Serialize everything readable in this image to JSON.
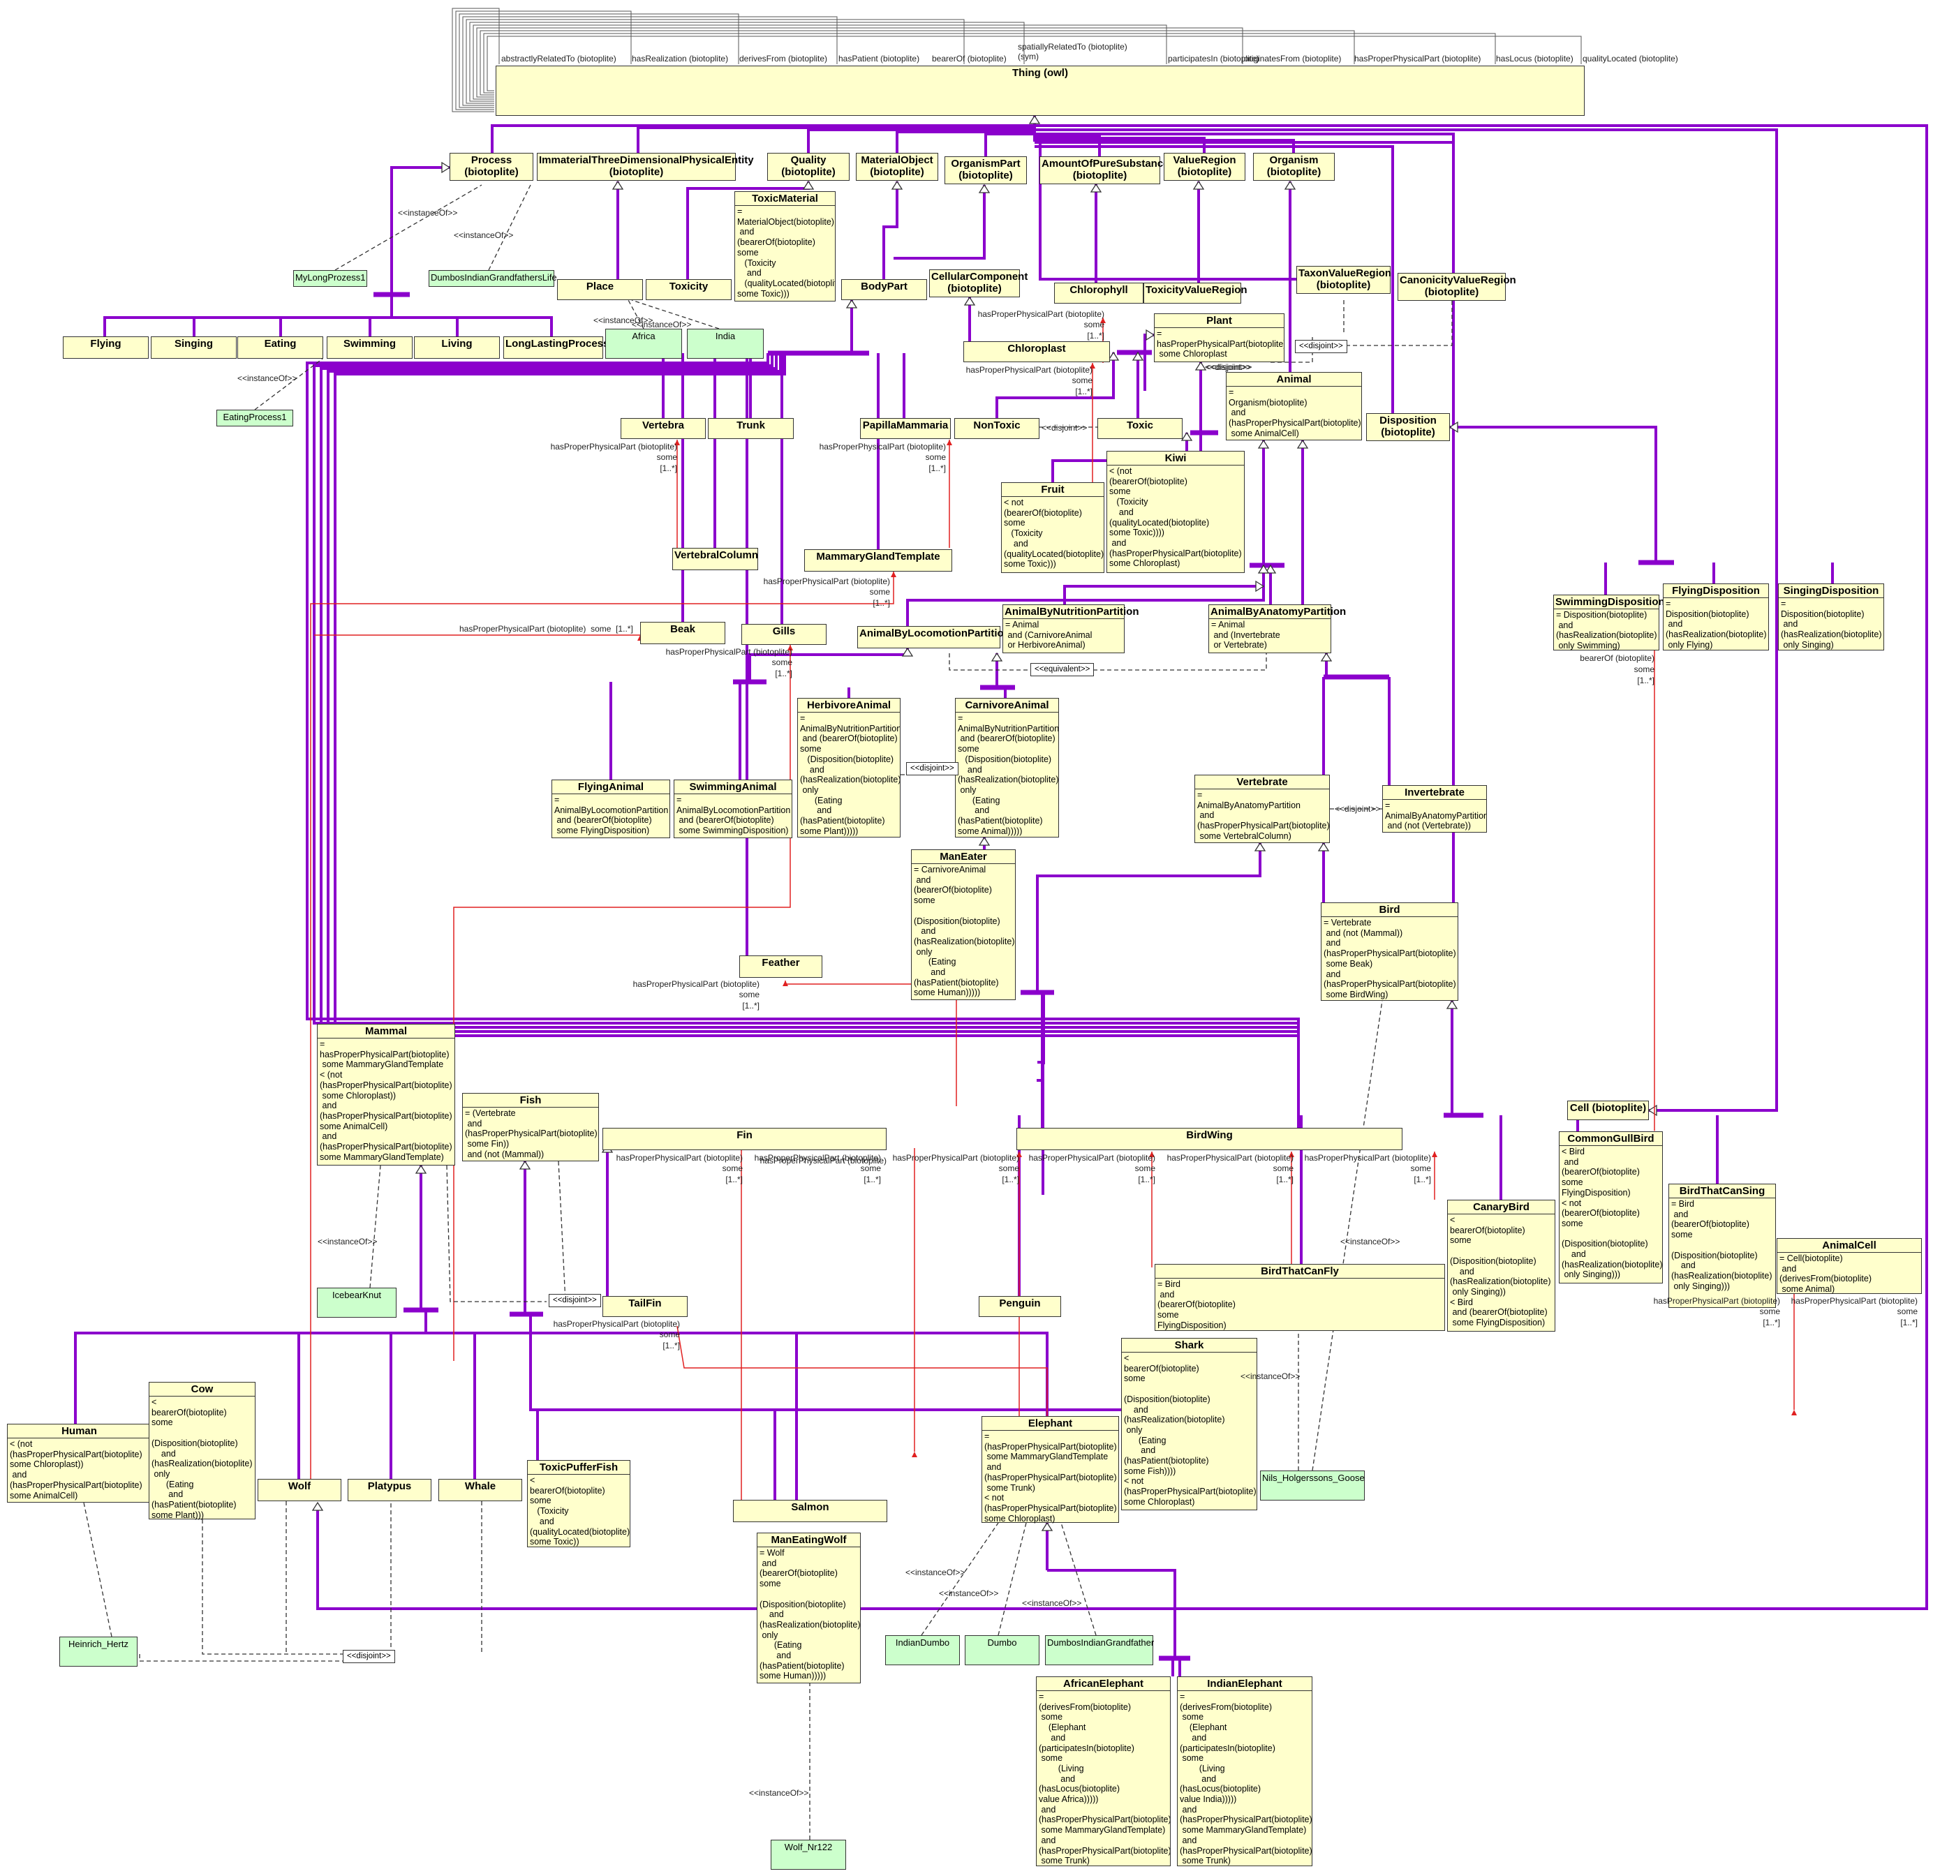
{
  "thing": {
    "title": "Thing (owl)",
    "loops": [
      "abstractlyRelatedTo (biotoplite)",
      "hasRealization (biotoplite)",
      "derivesFrom (biotoplite)",
      "hasPatient (biotoplite)",
      "bearerOf (biotoplite)",
      "spatiallyRelatedTo (biotoplite)\n(sym)",
      "participatesIn (biotoplite)",
      "originatesFrom (biotoplite)",
      "hasProperPhysicalPart (biotoplite)",
      "hasLocus (biotoplite)",
      "qualityLocated (biotoplite)"
    ]
  },
  "classes": {
    "process": {
      "title": "Process\n(biotoplite)"
    },
    "immaterial": {
      "title": "ImmaterialThreeDimensionalPhysicalEntity\n(biotoplite)"
    },
    "quality": {
      "title": "Quality\n(biotoplite)"
    },
    "materialobject": {
      "title": "MaterialObject\n(biotoplite)"
    },
    "organismpart": {
      "title": "OrganismPart\n(biotoplite)"
    },
    "amountofpure": {
      "title": "AmountOfPureSubstance\n(biotoplite)"
    },
    "valueregion": {
      "title": "ValueRegion\n(biotoplite)"
    },
    "organism": {
      "title": "Organism\n(biotoplite)"
    },
    "toxicmaterial": {
      "title": "ToxicMaterial",
      "body": "=\nMaterialObject(biotoplite)\n and\n(bearerOf(biotoplite)\nsome\n   (Toxicity\n    and\n   (qualityLocated(biotoplite)\nsome Toxic)))"
    },
    "place": {
      "title": "Place"
    },
    "toxicity": {
      "title": "Toxicity"
    },
    "bodypart": {
      "title": "BodyPart"
    },
    "cellularcomponent": {
      "title": "CellularComponent\n(biotoplite)"
    },
    "chlorophyll": {
      "title": "Chlorophyll"
    },
    "toxicityvalueregion": {
      "title": "ToxicityValueRegion"
    },
    "taxonvalueregion": {
      "title": "TaxonValueRegion\n(biotoplite)"
    },
    "canonicityvalueregion": {
      "title": "CanonicityValueRegion\n(biotoplite)"
    },
    "plant": {
      "title": "Plant",
      "body": "=\nhasProperPhysicalPart(biotoplite)\n some Chloroplast"
    },
    "chloroplast": {
      "title": "Chloroplast"
    },
    "animal": {
      "title": "Animal",
      "body": "=\nOrganism(biotoplite)\n and\n(hasProperPhysicalPart(biotoplite)\n some AnimalCell)"
    },
    "flying": {
      "title": "Flying"
    },
    "singing": {
      "title": "Singing"
    },
    "eating": {
      "title": "Eating"
    },
    "swimming": {
      "title": "Swimming"
    },
    "living": {
      "title": "Living"
    },
    "longlasting": {
      "title": "LongLastingProcess"
    },
    "vertebra": {
      "title": "Vertebra"
    },
    "trunk": {
      "title": "Trunk"
    },
    "papillamammaria": {
      "title": "PapillaMammaria"
    },
    "nontoxic": {
      "title": "NonToxic"
    },
    "toxic": {
      "title": "Toxic"
    },
    "disposition": {
      "title": "Disposition\n(biotoplite)"
    },
    "fruit": {
      "title": "Fruit",
      "body": "< not\n(bearerOf(biotoplite)\nsome\n   (Toxicity\n    and\n(qualityLocated(biotoplite)\nsome Toxic)))"
    },
    "kiwi": {
      "title": "Kiwi",
      "body": "< (not\n(bearerOf(biotoplite)\nsome\n   (Toxicity\n    and\n(qualityLocated(biotoplite)\nsome Toxic))))\n and\n(hasProperPhysicalPart(biotoplite)\nsome Chloroplast)"
    },
    "vertebralcolumn": {
      "title": "VertebralColumn"
    },
    "mammarygland": {
      "title": "MammaryGlandTemplate"
    },
    "beak": {
      "title": "Beak"
    },
    "gills": {
      "title": "Gills"
    },
    "animalbylocomotion": {
      "title": "AnimalByLocomotionPartition"
    },
    "animalbynutrition": {
      "title": "AnimalByNutritionPartition",
      "body": "= Animal\n and (CarnivoreAnimal\n or HerbivoreAnimal)"
    },
    "animalbyanatomy": {
      "title": "AnimalByAnatomyPartition",
      "body": "= Animal\n and (Invertebrate\n or Vertebrate)"
    },
    "swimmingdisposition": {
      "title": "SwimmingDisposition",
      "body": "= Disposition(biotoplite)\n and\n(hasRealization(biotoplite)\n only Swimming)"
    },
    "flyingdisposition": {
      "title": "FlyingDisposition",
      "body": "=\nDisposition(biotoplite)\n and\n(hasRealization(biotoplite)\n only Flying)"
    },
    "singingdisposition": {
      "title": "SingingDisposition",
      "body": "=\nDisposition(biotoplite)\n and\n(hasRealization(biotoplite)\n only Singing)"
    },
    "herbivore": {
      "title": "HerbivoreAnimal",
      "body": "=\nAnimalByNutritionPartition\n and (bearerOf(biotoplite)\nsome\n   (Disposition(biotoplite)\n    and\n(hasRealization(biotoplite)\n only\n      (Eating\n       and\n(hasPatient(biotoplite)\nsome Plant)))))"
    },
    "carnivore": {
      "title": "CarnivoreAnimal",
      "body": "=\nAnimalByNutritionPartition\n and (bearerOf(biotoplite)\nsome\n   (Disposition(biotoplite)\n    and\n(hasRealization(biotoplite)\n only\n      (Eating\n       and\n(hasPatient(biotoplite)\nsome Animal)))))"
    },
    "flyinganimal": {
      "title": "FlyingAnimal",
      "body": "=\nAnimalByLocomotionPartition\n and (bearerOf(biotoplite)\n some FlyingDisposition)"
    },
    "swimminganimal": {
      "title": "SwimmingAnimal",
      "body": "=\nAnimalByLocomotionPartition\n and (bearerOf(biotoplite)\n some SwimmingDisposition)"
    },
    "vertebrate": {
      "title": "Vertebrate",
      "body": "=\nAnimalByAnatomyPartition\n and\n(hasProperPhysicalPart(biotoplite)\n some VertebralColumn)"
    },
    "invertebrate": {
      "title": "Invertebrate",
      "body": "=\nAnimalByAnatomyPartition\n and (not (Vertebrate))"
    },
    "maneater": {
      "title": "ManEater",
      "body": "= CarnivoreAnimal\n and\n(bearerOf(biotoplite)\nsome\n\n(Disposition(biotoplite)\n   and\n(hasRealization(biotoplite)\n only\n      (Eating\n       and\n(hasPatient(biotoplite)\nsome Human)))))"
    },
    "bird": {
      "title": "Bird",
      "body": "= Vertebrate\n and (not (Mammal))\n and\n(hasProperPhysicalPart(biotoplite)\n some Beak)\n and\n(hasProperPhysicalPart(biotoplite)\n some BirdWing)"
    },
    "feather": {
      "title": "Feather"
    },
    "mammal": {
      "title": "Mammal",
      "body": "=\nhasProperPhysicalPart(biotoplite)\n some MammaryGlandTemplate\n< (not\n(hasProperPhysicalPart(biotoplite)\n some Chloroplast))\n and\n(hasProperPhysicalPart(biotoplite)\nsome AnimalCell)\n and\n(hasProperPhysicalPart(biotoplite)\nsome MammaryGlandTemplate)"
    },
    "fish": {
      "title": "Fish",
      "body": "= (Vertebrate\n and\n(hasProperPhysicalPart(biotoplite)\n some Fin))\n and (not (Mammal))"
    },
    "fin": {
      "title": "Fin"
    },
    "birdwing": {
      "title": "BirdWing"
    },
    "cell": {
      "title": "Cell (biotoplite)"
    },
    "commongullbird": {
      "title": "CommonGullBird",
      "body": "< Bird\n and\n(bearerOf(biotoplite)\nsome\nFlyingDisposition)\n< not\n(bearerOf(biotoplite)\nsome\n\n(Disposition(biotoplite)\n    and\n(hasRealization(biotoplite)\n only Singing)))"
    },
    "birdthatcansing": {
      "title": "BirdThatCanSing",
      "body": "= Bird\n and\n(bearerOf(biotoplite)\nsome\n\n(Disposition(biotoplite)\n    and\n(hasRealization(biotoplite)\n only Singing)))"
    },
    "canarybird": {
      "title": "CanaryBird",
      "body": "<\nbearerOf(biotoplite)\nsome\n\n(Disposition(biotoplite)\n    and\n(hasRealization(biotoplite)\n only Singing))\n< Bird\n and (bearerOf(biotoplite)\n some FlyingDisposition)"
    },
    "animalcell": {
      "title": "AnimalCell",
      "body": "= Cell(biotoplite)\n and\n(derivesFrom(biotoplite)\n some Animal)"
    },
    "tailfin": {
      "title": "TailFin"
    },
    "penguin": {
      "title": "Penguin"
    },
    "birdthatcanfly": {
      "title": "BirdThatCanFly",
      "body": "= Bird\n and\n(bearerOf(biotoplite)\nsome\nFlyingDisposition)"
    },
    "shark": {
      "title": "Shark",
      "body": "<\nbearerOf(biotoplite)\nsome\n\n(Disposition(biotoplite)\n    and\n(hasRealization(biotoplite)\n only\n      (Eating\n       and\n(hasPatient(biotoplite)\nsome Fish))))\n< not\n(hasProperPhysicalPart(biotoplite)\nsome Chloroplast)"
    },
    "human": {
      "title": "Human",
      "body": "< (not\n(hasProperPhysicalPart(biotoplite)\nsome Chloroplast))\n and\n(hasProperPhysicalPart(biotoplite)\nsome AnimalCell)"
    },
    "cow": {
      "title": "Cow",
      "body": "<\nbearerOf(biotoplite)\nsome\n\n(Disposition(biotoplite)\n    and\n(hasRealization(biotoplite)\n only\n      (Eating\n       and\n(hasPatient(biotoplite)\nsome Plant)))"
    },
    "wolf": {
      "title": "Wolf"
    },
    "platypus": {
      "title": "Platypus"
    },
    "whale": {
      "title": "Whale"
    },
    "toxicpufferfish": {
      "title": "ToxicPufferFish",
      "body": "<\nbearerOf(biotoplite)\nsome\n   (Toxicity\n    and\n(qualityLocated(biotoplite)\nsome Toxic))"
    },
    "salmon": {
      "title": "Salmon"
    },
    "elephant": {
      "title": "Elephant",
      "body": "=\n(hasProperPhysicalPart(biotoplite)\n some MammaryGlandTemplate\n and\n(hasProperPhysicalPart(biotoplite)\n some Trunk)\n< not\n(hasProperPhysicalPart(biotoplite)\nsome Chloroplast)"
    },
    "maneatingwolf": {
      "title": "ManEatingWolf",
      "body": "= Wolf\n and\n(bearerOf(biotoplite)\nsome\n\n(Disposition(biotoplite)\n    and\n(hasRealization(biotoplite)\n only\n      (Eating\n       and\n(hasPatient(biotoplite)\nsome Human)))))"
    },
    "africanelephant": {
      "title": "AfricanElephant",
      "body": "=\n(derivesFrom(biotoplite)\n some\n    (Elephant\n     and\n(participatesIn(biotoplite)\n some\n        (Living\n         and\n(hasLocus(biotoplite)\nvalue Africa)))))\n and\n(hasProperPhysicalPart(biotoplite)\n some MammaryGlandTemplate)\n and\n(hasProperPhysicalPart(biotoplite)\n some Trunk)"
    },
    "indianelephant": {
      "title": "IndianElephant",
      "body": "=\n(derivesFrom(biotoplite)\n some\n    (Elephant\n     and\n(participatesIn(biotoplite)\n some\n        (Living\n         and\n(hasLocus(biotoplite)\nvalue India)))))\n and\n(hasProperPhysicalPart(biotoplite)\n some MammaryGlandTemplate)\n and\n(hasProperPhysicalPart(biotoplite)\n some Trunk)"
    }
  },
  "instances": {
    "mylongprozess": "MyLongProzess1",
    "dumbosgrandfatherslife": "DumbosIndianGrandfathersLife",
    "africa": "Africa",
    "india": "India",
    "eatingprocess": "EatingProcess1",
    "icebearknut": "IcebearKnut",
    "nils": "Nils_Holgerssons_Goose",
    "heinrich": "Heinrich_Hertz",
    "indiandumbo": "IndianDumbo",
    "dumbo": "Dumbo",
    "dumbosgrandfather": "DumbosIndianGrandfather",
    "wolfnr": "Wolf_Nr122"
  },
  "labels": {
    "instanceof": "<<instanceOf>>",
    "disjoint": "<<disjoint>>",
    "equivalent": "<<equivalent>>",
    "hpp": "hasProperPhysicalPart (biotoplite)",
    "hpp_some": "hasProperPhysicalPart (biotoplite)  some  [1..*]",
    "bearerof": "bearerOf (biotoplite)",
    "some": "some",
    "mult": "[1..*]"
  },
  "colors": {
    "class_fill": "#ffffcc",
    "instance_fill": "#ccffcc",
    "generalization": "#8b00cc",
    "property": "#e02020",
    "dashed": "#333333"
  }
}
